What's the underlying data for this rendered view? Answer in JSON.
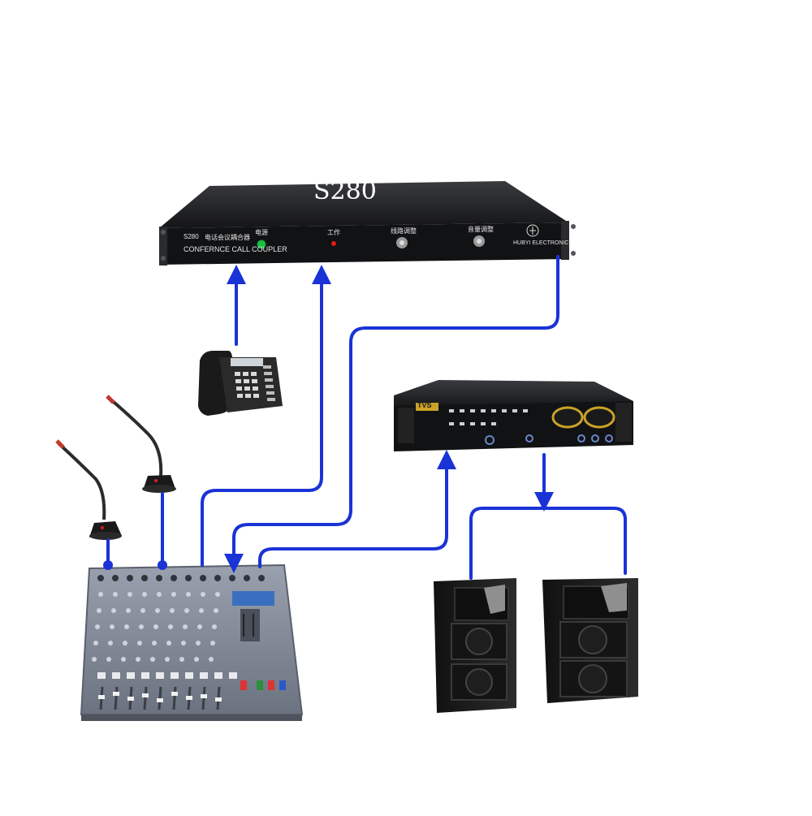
{
  "coupler": {
    "model": "S280",
    "model_small": "S280",
    "name_cn": "电话会议耦合器",
    "subtitle": "CONFERNCE CALL COUPLER",
    "led1_label": "电源",
    "led2_label": "工作",
    "knob1_label": "线路调整",
    "knob2_label": "音量调整",
    "brand": "HUBYI  ELECTRONIC"
  },
  "amplifier": {
    "brand": "TVS"
  },
  "colors": {
    "cable": "#1a33d6",
    "rack_dark": "#1c1d20",
    "mixer_body": "#7d8492",
    "speaker_body": "#222222",
    "led_green": "#1fbf3a",
    "led_red": "#e01b1b"
  },
  "icons": [
    "telephone-icon",
    "gooseneck-microphone-icon",
    "audio-mixer-icon",
    "power-amplifier-icon",
    "speaker-icon"
  ]
}
